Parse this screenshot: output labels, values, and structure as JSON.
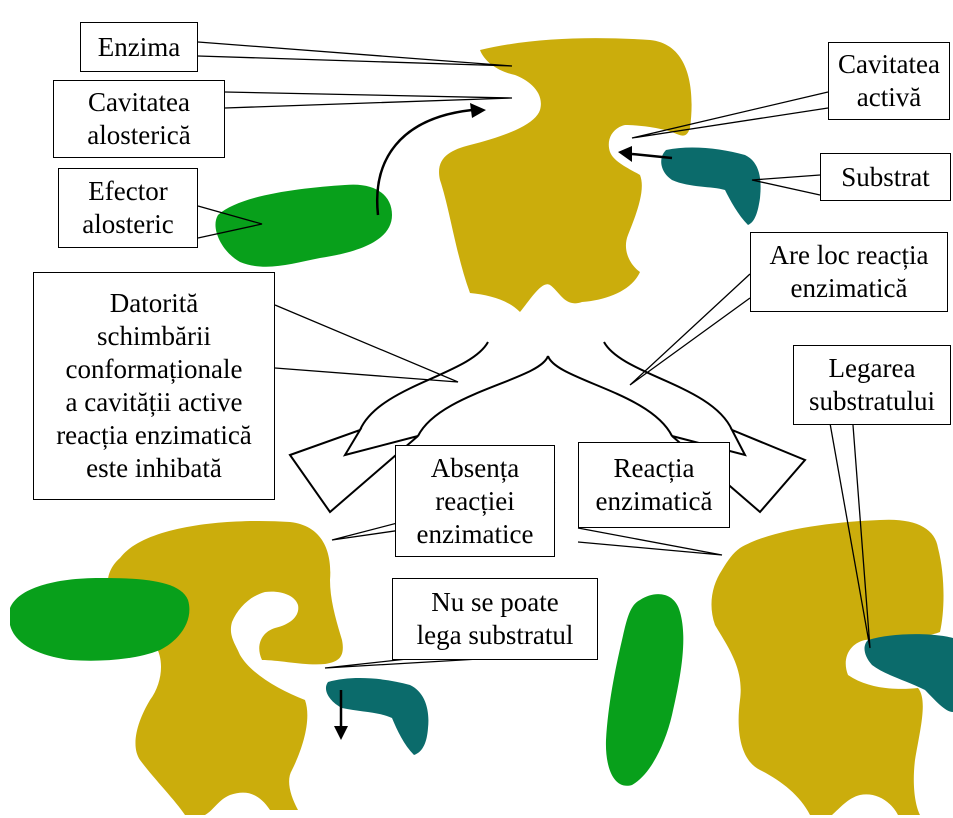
{
  "colors": {
    "enzyme": "#cbad0c",
    "effector": "#08a01b",
    "substrate": "#0b6b6b",
    "outline": "#000000"
  },
  "labels": {
    "enzima": "Enzima",
    "cavitatea_alosterica": [
      "Cavitatea",
      "alosterică"
    ],
    "efector_alosteric": [
      "Efector",
      "alosteric"
    ],
    "cavitatea_activa": [
      "Cavitatea",
      "activă"
    ],
    "substrat": "Substrat",
    "are_loc": [
      "Are loc reacția",
      "enzimatică"
    ],
    "datorita": [
      "Datorită",
      "schimbării",
      "conformaționale",
      "a cavității active",
      "reacția enzimatică",
      "este inhibată"
    ],
    "absenta": [
      "Absența",
      "reacției",
      "enzimatice"
    ],
    "reactia": [
      "Reacția",
      "enzimatică"
    ],
    "legarea": [
      "Legarea",
      "substratului"
    ],
    "nu_se_poate": [
      "Nu se poate",
      "lega substratul"
    ]
  }
}
